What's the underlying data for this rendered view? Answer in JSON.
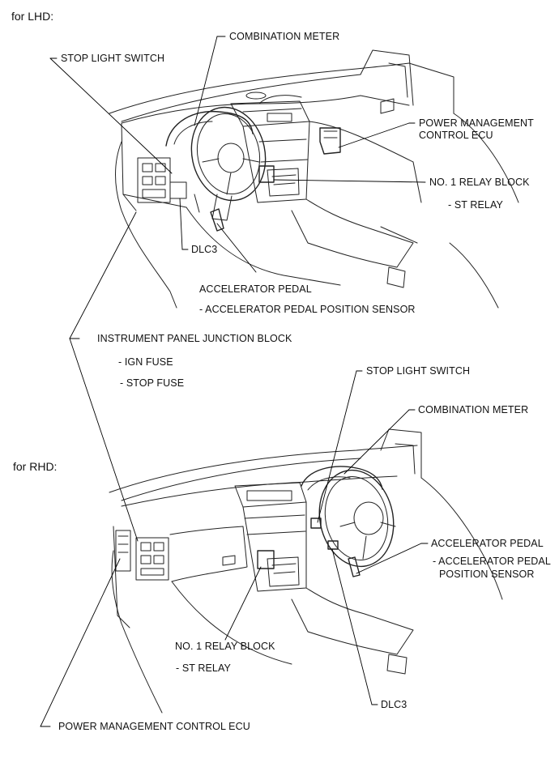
{
  "lhd": {
    "section_title": "for LHD:",
    "labels": {
      "combination_meter": "COMBINATION METER",
      "stop_light_switch": "STOP LIGHT SWITCH",
      "power_management_line1": "POWER MANAGEMENT",
      "power_management_line2": "CONTROL ECU",
      "relay_block": "NO. 1 RELAY BLOCK",
      "st_relay": "- ST RELAY",
      "dlc3": "DLC3",
      "accelerator_pedal": "ACCELERATOR PEDAL",
      "accelerator_sensor": "- ACCELERATOR PEDAL POSITION SENSOR"
    }
  },
  "shared": {
    "junction_block": "INSTRUMENT PANEL JUNCTION BLOCK",
    "ign_fuse": "- IGN FUSE",
    "stop_fuse": "- STOP FUSE"
  },
  "rhd": {
    "section_title": "for RHD:",
    "labels": {
      "stop_light_switch": "STOP LIGHT SWITCH",
      "combination_meter": "COMBINATION METER",
      "accelerator_pedal": "ACCELERATOR PEDAL",
      "accelerator_sensor_line1": "- ACCELERATOR PEDAL",
      "accelerator_sensor_line2": "POSITION SENSOR",
      "relay_block": "NO. 1 RELAY BLOCK",
      "st_relay": "- ST RELAY",
      "dlc3": "DLC3",
      "power_management": "POWER MANAGEMENT CONTROL ECU"
    }
  }
}
